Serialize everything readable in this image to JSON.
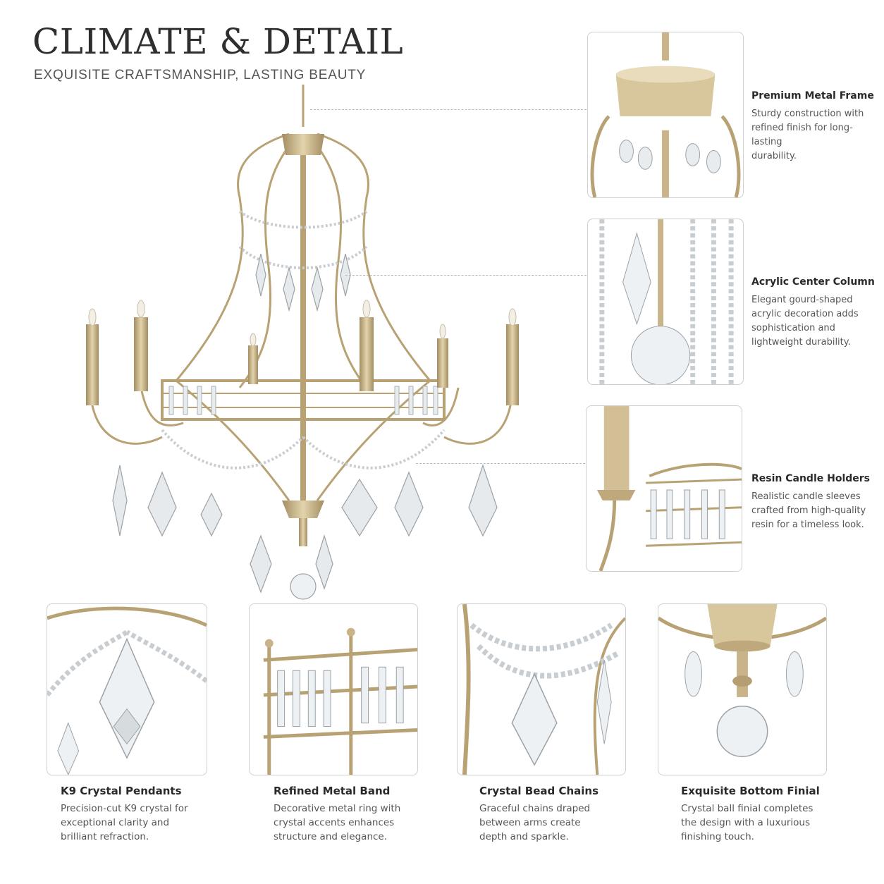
{
  "header": {
    "title": "CLIMATE & DETAIL",
    "subtitle": "EXQUISITE CRAFTSMANSHIP, LASTING BEAUTY"
  },
  "side_features": [
    {
      "title": "Premium Metal Frame",
      "lines": [
        "Sturdy construction with",
        "refined finish for long-lasting",
        "durability."
      ]
    },
    {
      "title": "Acrylic Center Column",
      "lines": [
        "Elegant gourd-shaped",
        "acrylic decoration adds",
        "sophistication and",
        "lightweight durability."
      ]
    },
    {
      "title": "Resin Candle Holders",
      "lines": [
        "Realistic candle sleeves",
        "crafted from high-quality",
        "resin for a timeless look."
      ]
    }
  ],
  "bottom_features": [
    {
      "title": "K9 Crystal Pendants",
      "lines": [
        "Precision-cut K9 crystal for",
        "exceptional clarity and",
        "brilliant refraction."
      ]
    },
    {
      "title": "Refined Metal Band",
      "lines": [
        "Decorative metal ring with",
        "crystal accents enhances",
        "structure and elegance."
      ]
    },
    {
      "title": "Crystal Bead Chains",
      "lines": [
        "Graceful chains draped",
        "between arms create",
        "depth and sparkle."
      ]
    },
    {
      "title": "Exquisite Bottom Finial",
      "lines": [
        "Crystal ball finial completes",
        "the design with a luxurious",
        "finishing touch."
      ]
    }
  ],
  "colors": {
    "metal": "#c9b48a",
    "metal_dark": "#a38d62",
    "crystal": "#dfe3e6",
    "crystal_edge": "#9aa2a8",
    "border": "#cfcfcf",
    "leader": "#b9b9b9"
  }
}
